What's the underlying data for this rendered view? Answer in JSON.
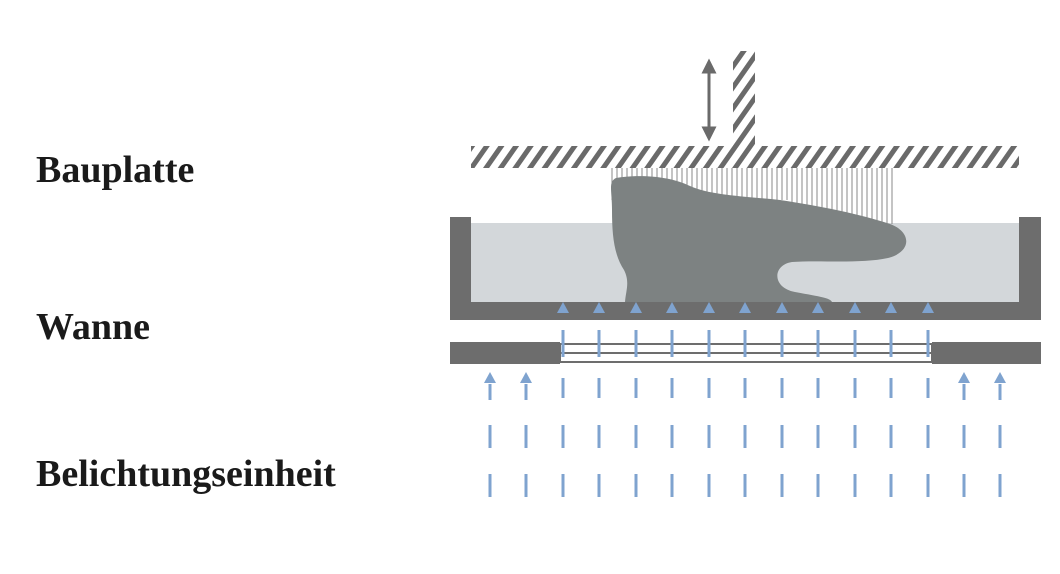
{
  "labels": {
    "build_plate": "Bauplatte",
    "vat": "Wanne",
    "exposure_unit": "Belichtungseinheit"
  },
  "colors": {
    "label_text": "#1a1a1a",
    "frame_gray": "#6d6d6d",
    "resin": "#d3d7da",
    "part": "#7d8282",
    "light_blue": "#7fa3cf",
    "hatch": "#6a6a6a",
    "fiber": "#8a8a8a"
  }
}
